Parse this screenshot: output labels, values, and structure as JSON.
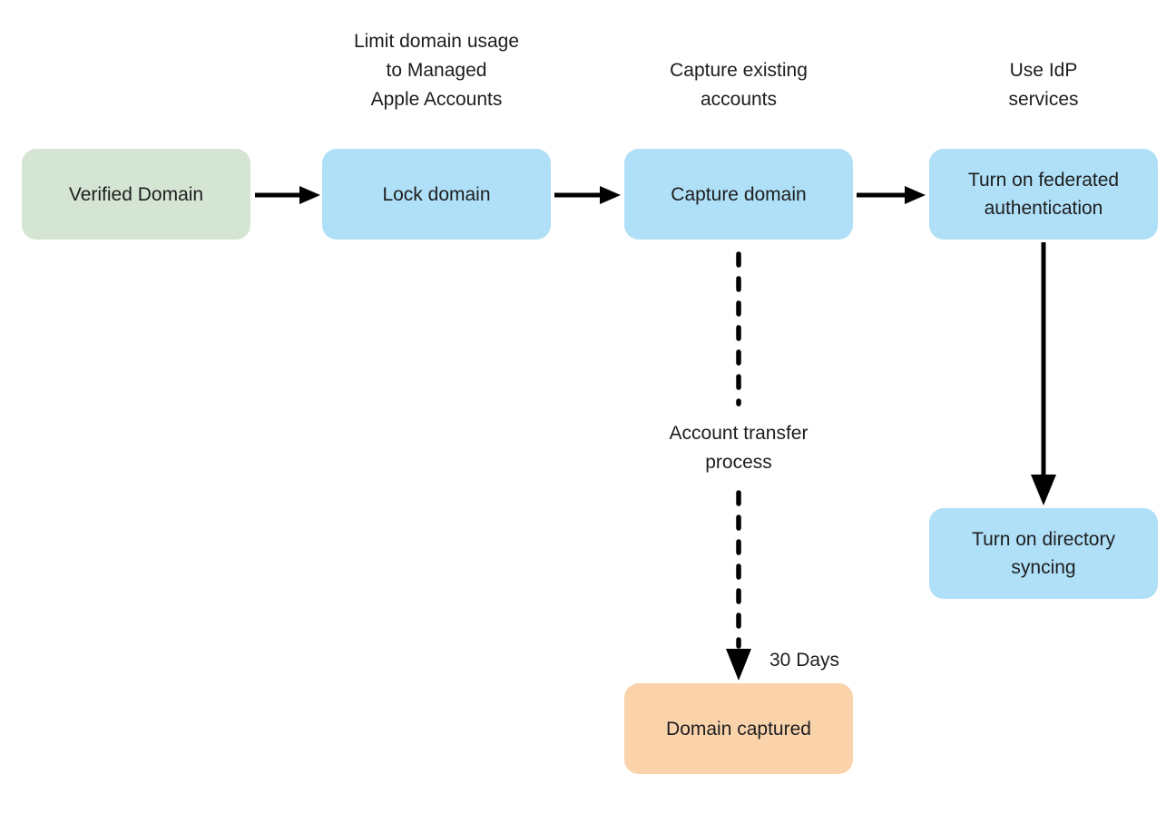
{
  "diagram": {
    "title_hint": "Domain capture and federated authentication flowchart",
    "colors": {
      "background": "#ffffff",
      "start_node_fill": "#d5e5d3",
      "process_node_fill": "#afe0f7",
      "end_node_fill": "#fad3ab",
      "text": "#1d1d1f",
      "arrow": "#000000"
    },
    "nodes": {
      "verified_domain": {
        "label": "Verified Domain",
        "type": "start"
      },
      "lock_domain": {
        "label": "Lock domain",
        "type": "process"
      },
      "capture_domain": {
        "label": "Capture domain",
        "type": "process"
      },
      "federated_auth": {
        "label": "Turn on federated\nauthentication",
        "type": "process"
      },
      "directory_syncing": {
        "label": "Turn on directory\nsyncing",
        "type": "process"
      },
      "domain_captured": {
        "label": "Domain captured",
        "type": "end"
      }
    },
    "annotations": {
      "lock_domain_note": "Limit domain usage\nto Managed\nApple Accounts",
      "capture_domain_note": "Capture existing\naccounts",
      "federated_auth_note": "Use IdP\nservices",
      "transfer_note": "Account transfer\nprocess",
      "duration_label": "30 Days"
    },
    "edges": [
      {
        "from": "verified_domain",
        "to": "lock_domain",
        "style": "solid"
      },
      {
        "from": "lock_domain",
        "to": "capture_domain",
        "style": "solid"
      },
      {
        "from": "capture_domain",
        "to": "federated_auth",
        "style": "solid"
      },
      {
        "from": "capture_domain",
        "to": "domain_captured",
        "style": "dashed"
      },
      {
        "from": "federated_auth",
        "to": "directory_syncing",
        "style": "solid"
      }
    ]
  }
}
